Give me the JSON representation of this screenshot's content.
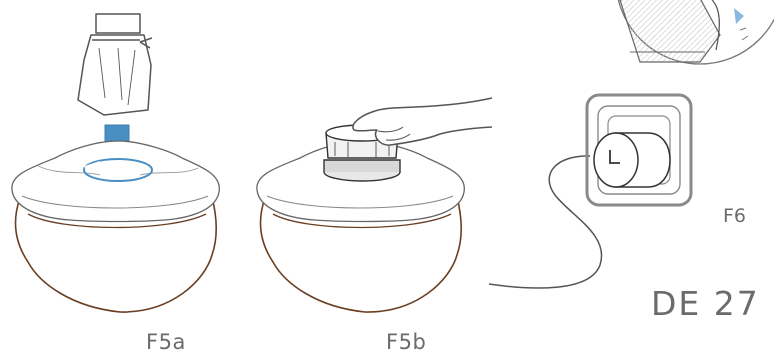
{
  "figures": {
    "f5a": {
      "label": "F5a"
    },
    "f5b": {
      "label": "F5b"
    },
    "f6": {
      "label": "F6"
    }
  },
  "page_number": "DE 27",
  "colors": {
    "line": "#555555",
    "bowl_rim": "#7a4a2a",
    "arrow": "#4a8fc4",
    "ink": "#6b6b6b"
  }
}
